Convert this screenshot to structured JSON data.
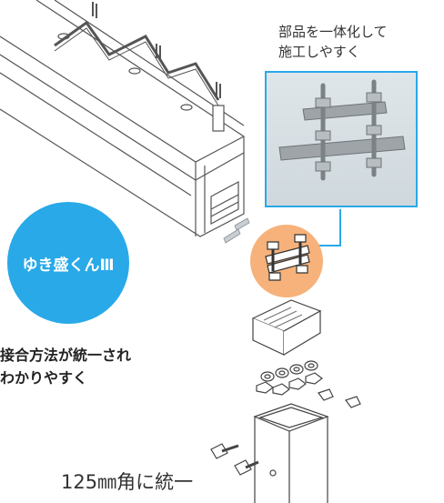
{
  "callout": {
    "line1": "部品を一体化して",
    "line2": "施工しやすく"
  },
  "badge": {
    "label": "ゆき盛くんⅢ"
  },
  "note": {
    "line1": "接合方法が統一され",
    "line2": "わかりやすく"
  },
  "size_label": "125㎜角に統一",
  "colors": {
    "accent_blue": "#29a9e8",
    "highlight_orange": "#f6b27a",
    "line_gray": "#555555"
  }
}
